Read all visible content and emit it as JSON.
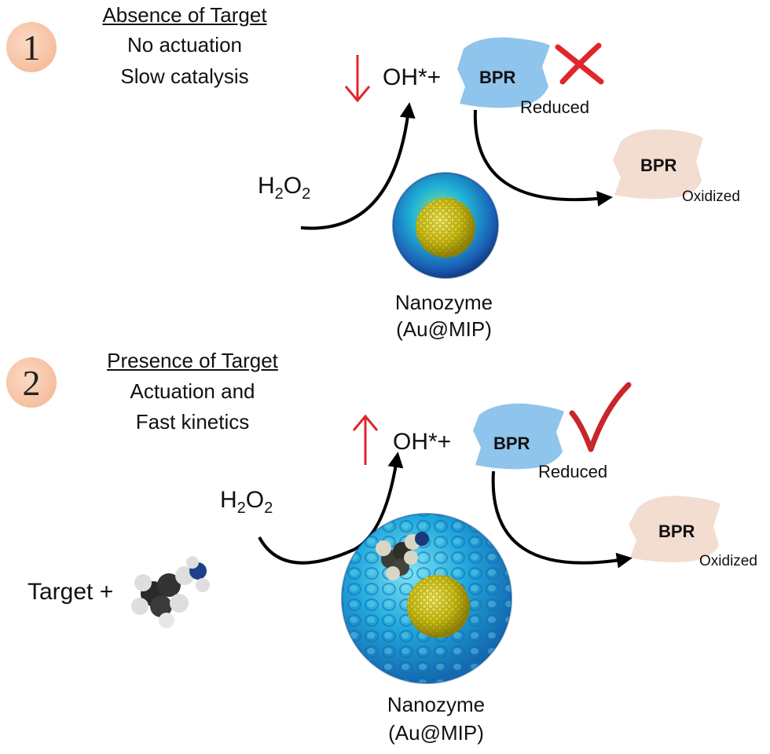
{
  "panel1": {
    "number": "1",
    "heading": "Absence of Target",
    "line1": "No actuation",
    "line2": "Slow catalysis",
    "species": "OH*+",
    "h2o2": "H",
    "h2o2_sub1": "2",
    "h2o2_o": "O",
    "h2o2_sub2": "2",
    "bpr_reduced": "BPR",
    "reduced_label": "Reduced",
    "bpr_oxidized": "BPR",
    "oxidized_label": "Oxidized",
    "nanozyme_line1": "Nanozyme",
    "nanozyme_line2": "(Au@MIP)"
  },
  "panel2": {
    "number": "2",
    "heading": "Presence of Target",
    "line1": "Actuation  and",
    "line2": "Fast kinetics",
    "species": "OH*+",
    "h2o2": "H",
    "h2o2_sub1": "2",
    "h2o2_o": "O",
    "h2o2_sub2": "2",
    "bpr_reduced": "BPR",
    "reduced_label": "Reduced",
    "bpr_oxidized": "BPR",
    "oxidized_label": "Oxidized",
    "target_label": "Target +",
    "nanozyme_line1": "Nanozyme",
    "nanozyme_line2": "(Au@MIP)"
  },
  "colors": {
    "bpr_reduced": "#8fc4ec",
    "bpr_oxidized": "#f3ddd0",
    "indicator_red": "#e0262b",
    "check_red": "#c8262b",
    "nanozyme_blue": "#1aa6d8",
    "gold_core": "#d8cc22"
  }
}
